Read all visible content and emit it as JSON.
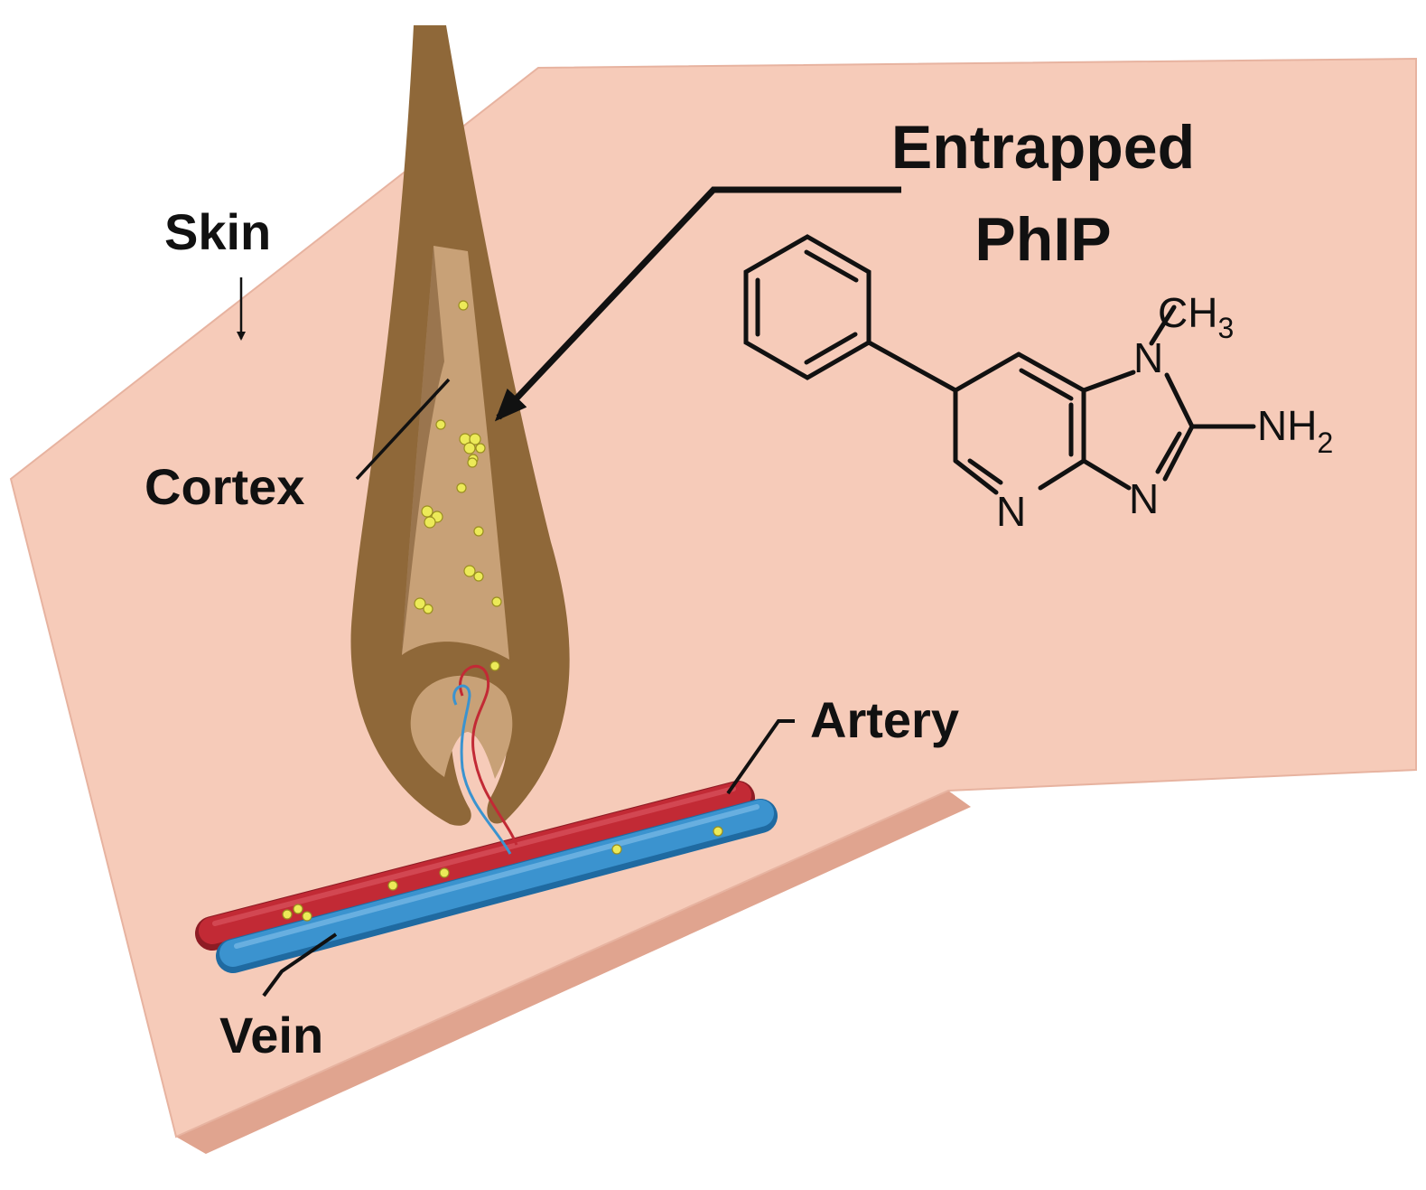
{
  "labels": {
    "skin": "Skin",
    "cortex": "Cortex",
    "entrapped_line1": "Entrapped",
    "entrapped_line2": "PhIP",
    "artery": "Artery",
    "vein": "Vein"
  },
  "molecule": {
    "methyl_main": "CH",
    "methyl_sub": "3",
    "ring_n_top": "N",
    "amine_main": "NH",
    "amine_sub": "2",
    "ring_n_right": "N",
    "ring_n_bottom": "N"
  },
  "colors": {
    "skin": "#f6cbb9",
    "skin_edge": "#e6ab96",
    "hair": "#8f6839",
    "hair_light": "#c8a177",
    "artery": "#c22a35",
    "vein": "#3b93cf",
    "phip_particle": "#ecea58"
  }
}
